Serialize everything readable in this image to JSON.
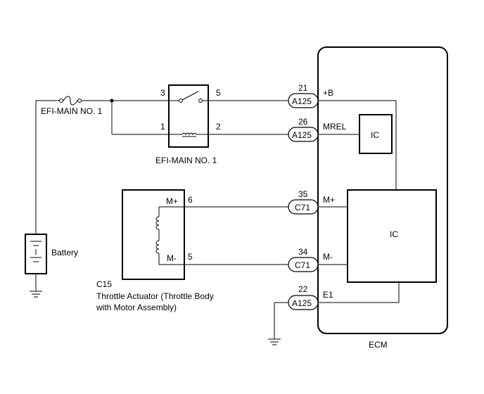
{
  "battery": {
    "label": "Battery"
  },
  "fuse": {
    "label": "EFI-MAIN NO. 1"
  },
  "relay": {
    "label": "EFI-MAIN NO. 1",
    "pins": {
      "p3": "3",
      "p5": "5",
      "p1": "1",
      "p2": "2"
    }
  },
  "actuator": {
    "code": "C15",
    "name_line1": "Throttle Actuator (Throttle Body",
    "name_line2": "with Motor Assembly)",
    "pin_mplus": "M+",
    "pin_mminus": "M-",
    "pin_num_mplus": "6",
    "pin_num_mminus": "5"
  },
  "connectors": [
    {
      "code": "A125",
      "pin": "21",
      "signal": "+B"
    },
    {
      "code": "A125",
      "pin": "26",
      "signal": "MREL"
    },
    {
      "code": "C71",
      "pin": "35",
      "signal": "M+"
    },
    {
      "code": "C71",
      "pin": "34",
      "signal": "M-"
    },
    {
      "code": "A125",
      "pin": "22",
      "signal": "E1"
    }
  ],
  "ecm": {
    "label": "ECM",
    "ic_small": "IC",
    "ic_large": "IC"
  }
}
